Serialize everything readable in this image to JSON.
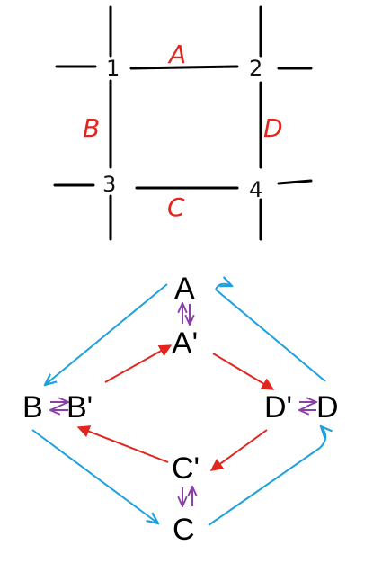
{
  "grid": {
    "nodes": {
      "n1": "1",
      "n2": "2",
      "n3": "3",
      "n4": "4"
    },
    "edges": {
      "a": "A",
      "b": "B",
      "c": "C",
      "d": "D"
    }
  },
  "graph": {
    "nodes": {
      "A": "A",
      "A_prime": "A'",
      "B": "B",
      "B_prime": "B'",
      "C": "C",
      "C_prime": "C'",
      "D": "D",
      "D_prime": "D'"
    }
  },
  "colors": {
    "red": "#e0261f",
    "blue": "#1ea0df",
    "purple": "#8c3fa8",
    "black": "#000000"
  }
}
